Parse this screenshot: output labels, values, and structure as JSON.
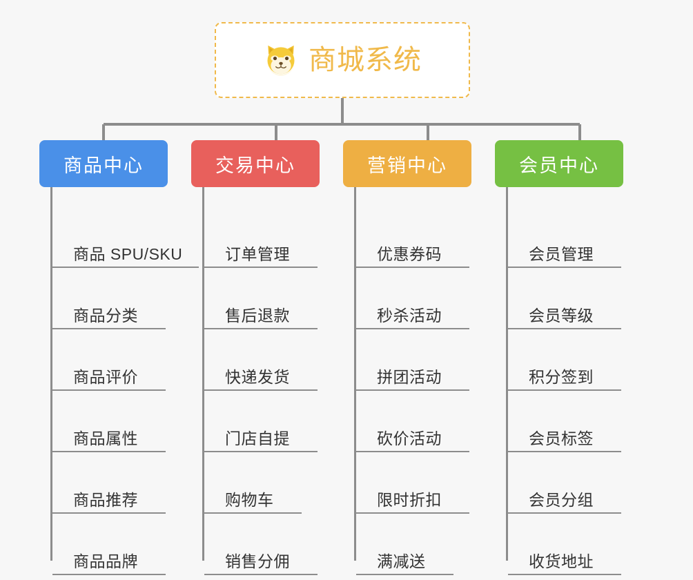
{
  "page": {
    "background_color": "#f7f7f7",
    "line_color": "#8c8c8c",
    "text_color": "#333333"
  },
  "root": {
    "title": "商城系统",
    "icon": "shiba-dog-face-icon",
    "accent_color": "#f0b94a",
    "border_style": "dashed"
  },
  "categories": [
    {
      "label": "商品中心",
      "color": "#4a90e8",
      "items": [
        "商品 SPU/SKU",
        "商品分类",
        "商品评价",
        "商品属性",
        "商品推荐",
        "商品品牌"
      ]
    },
    {
      "label": "交易中心",
      "color": "#e8605c",
      "items": [
        "订单管理",
        "售后退款",
        "快递发货",
        "门店自提",
        "购物车",
        "销售分佣"
      ]
    },
    {
      "label": "营销中心",
      "color": "#eeaf43",
      "items": [
        "优惠券码",
        "秒杀活动",
        "拼团活动",
        "砍价活动",
        "限时折扣",
        "满减送"
      ]
    },
    {
      "label": "会员中心",
      "color": "#76c043",
      "items": [
        "会员管理",
        "会员等级",
        "积分签到",
        "会员标签",
        "会员分组",
        "收货地址"
      ]
    }
  ]
}
